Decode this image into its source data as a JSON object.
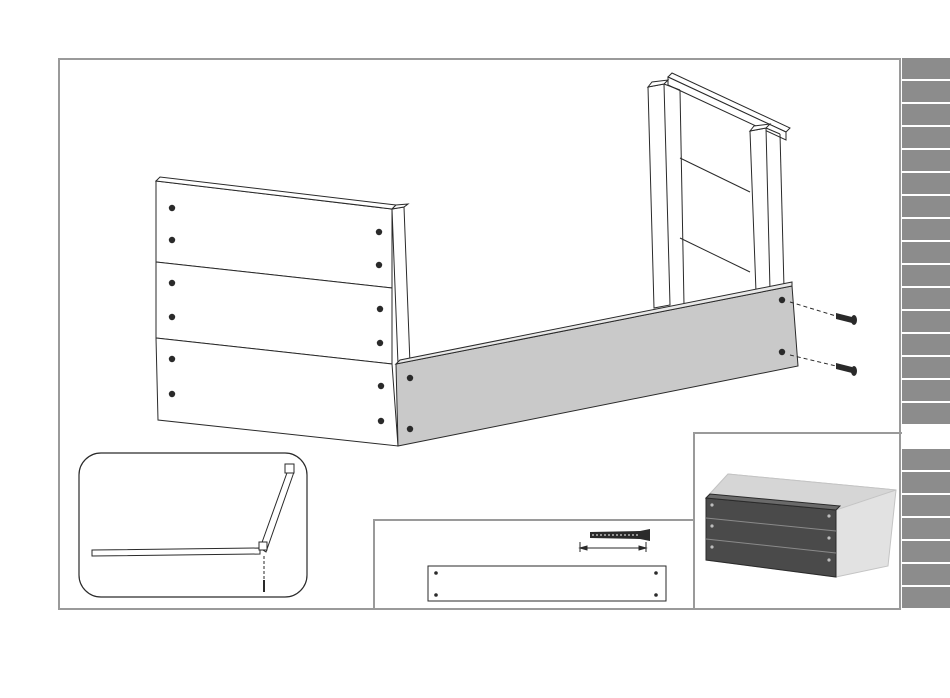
{
  "sheet": {
    "tab_count": 24,
    "active_tab_index": 16,
    "tab_color": "#8c8c8c",
    "active_tab_color": "#ffffff",
    "frame_color": "#9a9a9a",
    "side_panel_color": "#c8c8c8"
  },
  "illustration": {
    "main_step": {
      "screws_shown": 2,
      "front_panel_holes": 4
    },
    "corner_detail": {
      "shape": "rounded-rect"
    },
    "parts_box": {
      "screw_count_label": "",
      "panel_holes": 4
    },
    "preview": {
      "planter_tiers": 3
    }
  }
}
